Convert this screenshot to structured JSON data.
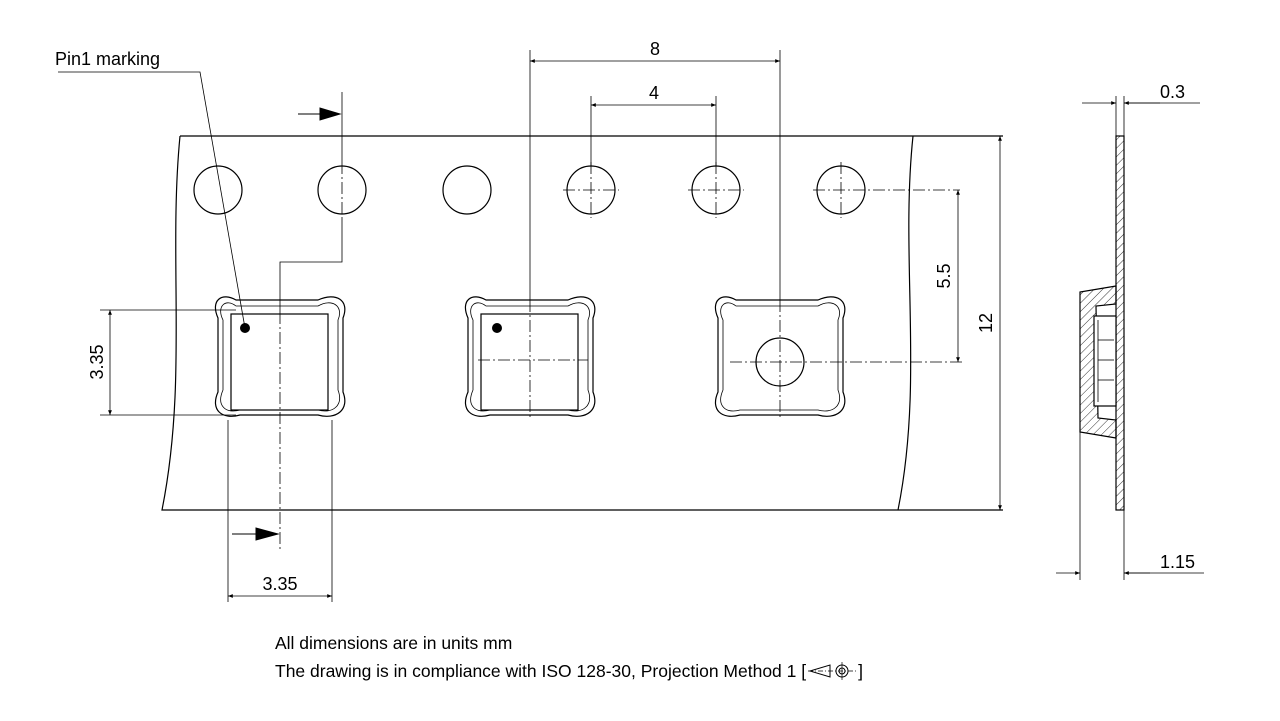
{
  "labels": {
    "pin1": "Pin1 marking",
    "pitch_8": "8",
    "pitch_4": "4",
    "dim_5_5": "5.5",
    "dim_12": "12",
    "pocket_h": "3.35",
    "pocket_w": "3.35",
    "thickness": "0.3",
    "depth": "1.15"
  },
  "notes": {
    "line1": "All dimensions are in units mm",
    "line2": "The drawing is in compliance with ISO 128-30, Projection Method 1 [",
    "line2_end": "]"
  },
  "icons": {
    "projection_symbol": "first-angle-projection-icon"
  }
}
